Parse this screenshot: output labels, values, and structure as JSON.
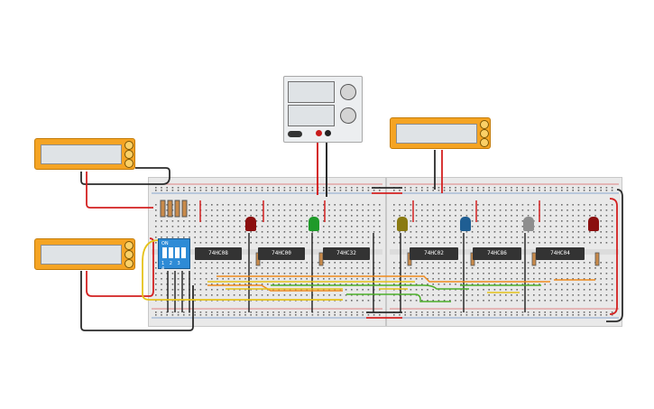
{
  "chips": [
    {
      "label": "74HC08"
    },
    {
      "label": "74HC00"
    },
    {
      "label": "74HC32"
    },
    {
      "label": "74HC02"
    },
    {
      "label": "74HC86"
    },
    {
      "label": "74HC04"
    }
  ],
  "dip_switch": {
    "on_label": "ON",
    "numbers": "1 2 3 4"
  },
  "leds": [
    {
      "color": "#8b0f0f"
    },
    {
      "color": "#1f9a2a"
    },
    {
      "color": "#8a7a12"
    },
    {
      "color": "#1f5e93"
    },
    {
      "color": "#8e8e8e"
    },
    {
      "color": "#8b0f0f"
    }
  ],
  "wire_colors": {
    "red": "#d32020",
    "black": "#2b2b2b",
    "green": "#4caf2a",
    "yellow": "#e6c21a",
    "orange": "#f08a1c"
  },
  "meter_color": "#f5a423"
}
